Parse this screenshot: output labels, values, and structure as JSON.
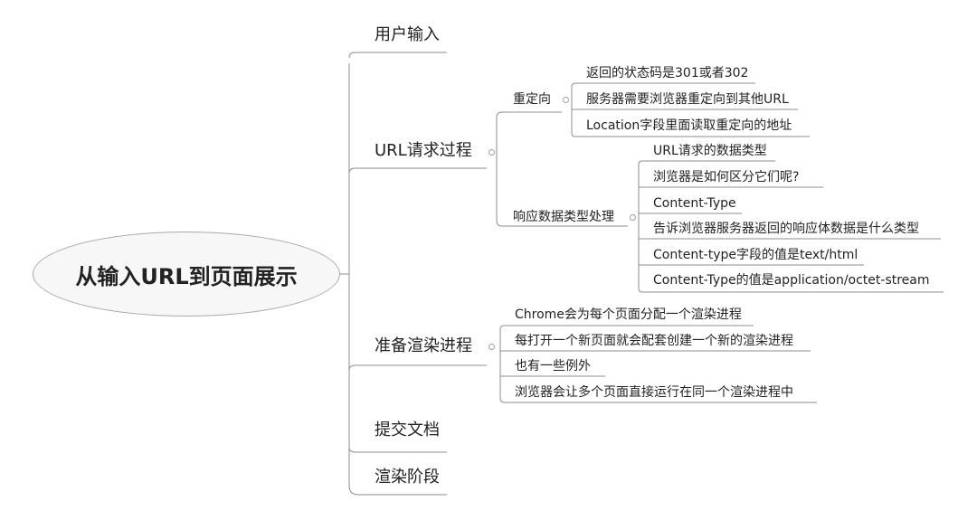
{
  "colors": {
    "line": "#8c8c8c",
    "text": "#222222",
    "root_fill": "#f7f7f7",
    "root_border": "#a9a9a9"
  },
  "root": {
    "label": "从输入URL到页面展示"
  },
  "branches": {
    "user_input": {
      "label": "用户输入"
    },
    "url_request": {
      "label": "URL请求过程",
      "redirect": {
        "label": "重定向",
        "items": [
          "返回的状态码是301或者302",
          "服务器需要浏览器重定向到其他URL",
          "Location字段里面读取重定向的地址"
        ]
      },
      "response_type": {
        "label": "响应数据类型处理",
        "items": [
          "URL请求的数据类型",
          "浏览器是如何区分它们呢?",
          "Content-Type",
          "告诉浏览器服务器返回的响应体数据是什么类型",
          "Content-type字段的值是text/html",
          "Content-Type的值是application/octet-stream"
        ]
      }
    },
    "prepare_render": {
      "label": "准备渲染进程",
      "items": [
        "Chrome会为每个页面分配一个渲染进程",
        "每打开一个新页面就会配套创建一个新的渲染进程",
        "也有一些例外",
        "浏览器会让多个页面直接运行在同一个渲染进程中"
      ]
    },
    "commit_doc": {
      "label": "提交文档"
    },
    "render_stage": {
      "label": "渲染阶段"
    }
  }
}
